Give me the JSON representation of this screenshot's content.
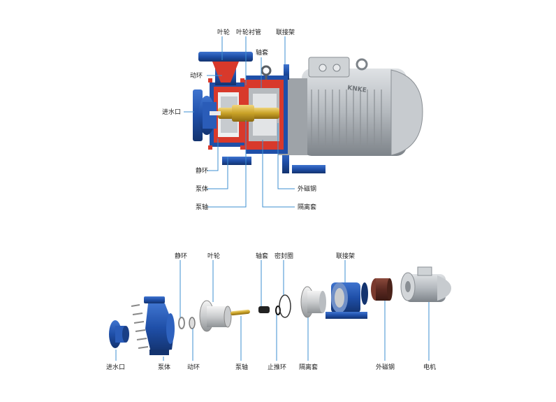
{
  "top_diagram": {
    "labels": {
      "impeller": "叶轮",
      "impeller_liner": "叶轮衬管",
      "connecting_frame": "联接架",
      "bushing": "轴套",
      "moving_ring": "动环",
      "inlet": "进水口",
      "static_ring": "静环",
      "pump_body": "泵体",
      "pump_shaft": "泵轴",
      "outer_magnet": "外磁钢",
      "isolation_sleeve": "隔离套"
    },
    "motor_brand": "KNKE"
  },
  "bottom_diagram": {
    "labels": {
      "static_ring": "静环",
      "impeller": "叶轮",
      "bushing": "轴套",
      "seal_ring": "密封圈",
      "connecting_frame": "联接架",
      "inlet": "进水口",
      "pump_body": "泵体",
      "moving_ring": "动环",
      "pump_shaft": "泵轴",
      "stop_ring": "止推环",
      "isolation_sleeve": "隔离套",
      "outer_magnet": "外磁钢",
      "motor": "电机"
    }
  },
  "colors": {
    "pump_blue": "#1f4fa8",
    "liner_red": "#d8392b",
    "motor_gray": "#b9bdc1",
    "leader_blue": "#3d8fd0",
    "shaft_gold": "#c9a227"
  }
}
